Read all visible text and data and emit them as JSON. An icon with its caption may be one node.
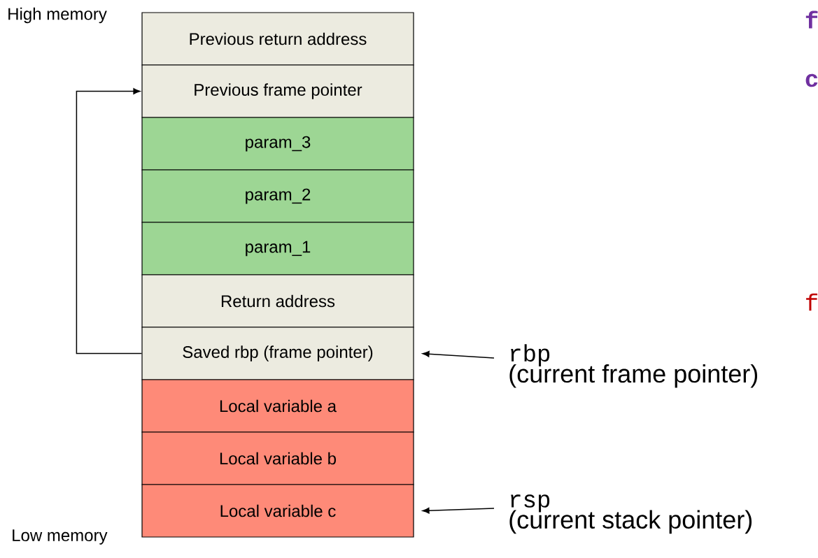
{
  "diagram": {
    "nodes": [
      {
        "text": [
          "Previous return address"
        ]
      },
      {
        "text": [
          "Previous frame pointer"
        ]
      },
      {
        "text": [
          "param_3"
        ]
      },
      {
        "text": [
          "param_2"
        ]
      },
      {
        "text": [
          "param_1"
        ]
      },
      {
        "text": [
          "Return address"
        ]
      },
      {
        "text": [
          "Saved rbp (frame pointer)"
        ]
      },
      {
        "text": [
          "Local variable a"
        ]
      },
      {
        "text": [
          "Local variable b"
        ]
      },
      {
        "text": [
          "Local variable c"
        ]
      },
      {
        "text": [
          "rbp",
          "(current frame pointer)"
        ]
      },
      {
        "text": [
          "rsp",
          "(current stack pointer)"
        ]
      }
    ],
    "edges": [
      {
        "from": 6,
        "to": 1,
        "arrow": "to"
      },
      {
        "from": 10,
        "to": 6,
        "arrow": "to"
      },
      {
        "from": 11,
        "to": 9,
        "arrow": "to"
      }
    ],
    "labels": [
      "High memory",
      "Low memory",
      "f",
      "c",
      "f"
    ]
  }
}
